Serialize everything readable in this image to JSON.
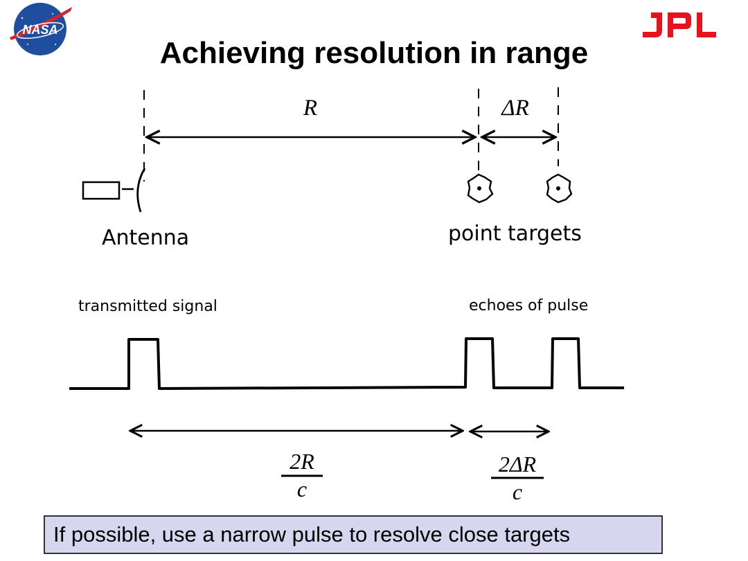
{
  "slide": {
    "title": "Achieving resolution in range",
    "logos": {
      "left": "NASA",
      "right": "JPL"
    }
  },
  "diagram": {
    "top_labels": {
      "range": "R",
      "delta_range": "ΔR"
    },
    "antenna_label": "Antenna",
    "targets_label": "point targets",
    "signal_labels": {
      "transmitted": "transmitted signal",
      "echoes": "echoes of pulse"
    },
    "time_labels": {
      "round_trip_numerator": "2R",
      "round_trip_denominator": "c",
      "separation_numerator": "2ΔR",
      "separation_denominator": "c"
    }
  },
  "caption": "If possible, use a narrow pulse to resolve close targets",
  "colors": {
    "jpl_red": "#e8121c",
    "nasa_blue": "#1f4e9e",
    "nasa_red": "#d8232a",
    "caption_bg": "#d6d6ee"
  }
}
